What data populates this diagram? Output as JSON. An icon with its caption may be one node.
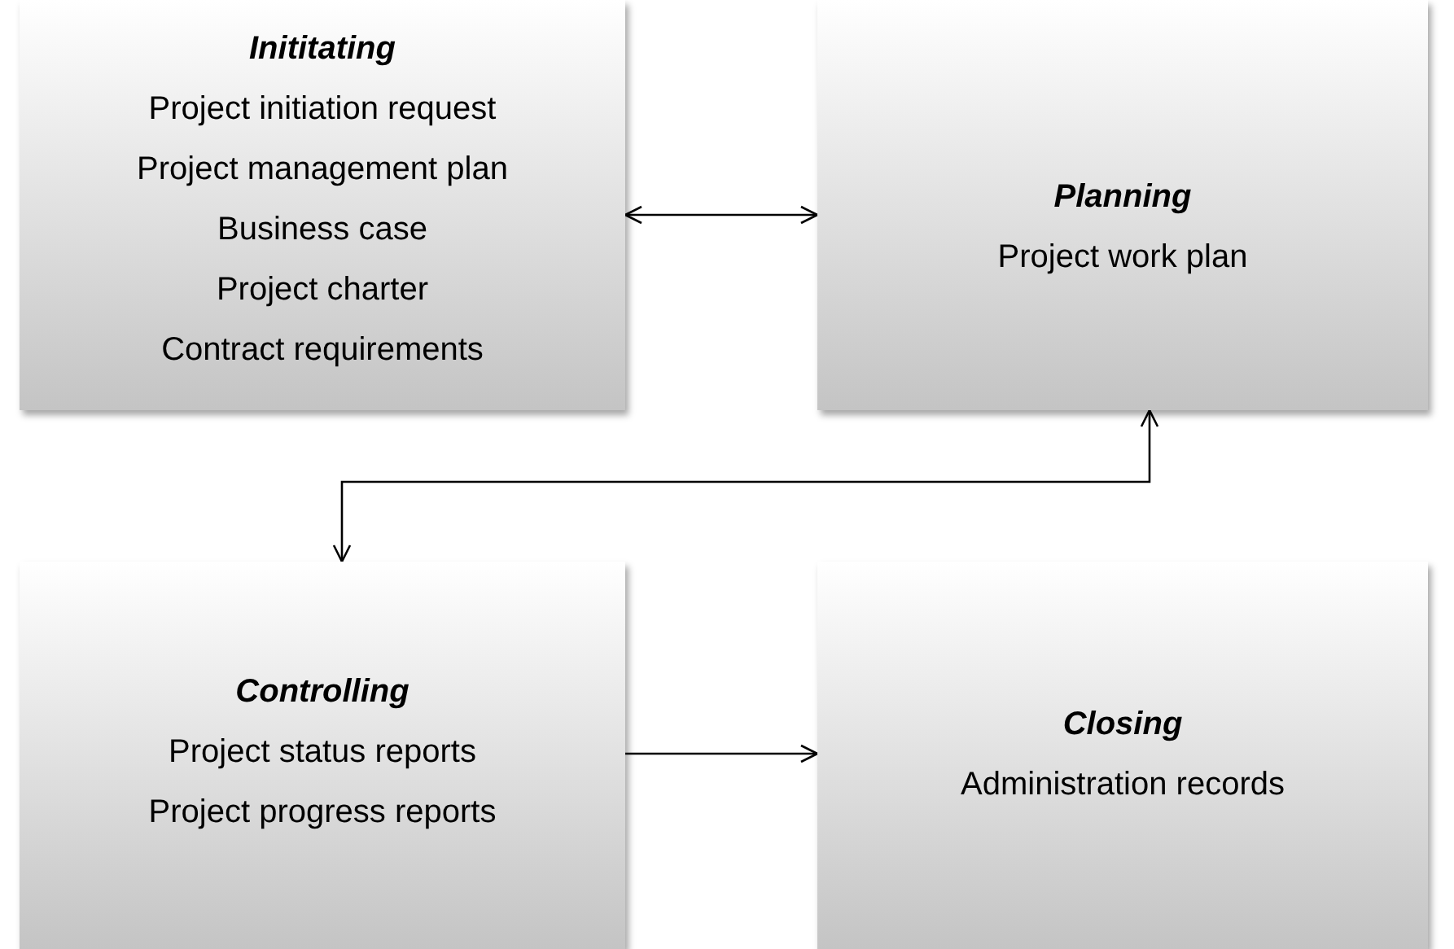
{
  "diagram": {
    "nodes": [
      {
        "text": [
          "Inititating",
          "Project initiation request",
          "Project management plan",
          "Business case",
          "Project charter",
          "Contract requirements"
        ]
      },
      {
        "text": [
          "Planning",
          "Project work plan"
        ]
      },
      {
        "text": [
          "Controlling",
          "Project status reports",
          "Project progress reports"
        ]
      },
      {
        "text": [
          "Closing",
          "Administration records"
        ]
      }
    ],
    "edges": [
      {
        "from": 0,
        "to": 1,
        "arrow": "both"
      },
      {
        "from": 1,
        "to": 2,
        "arrow": "both"
      },
      {
        "from": 2,
        "to": 3,
        "arrow": "to"
      }
    ]
  }
}
